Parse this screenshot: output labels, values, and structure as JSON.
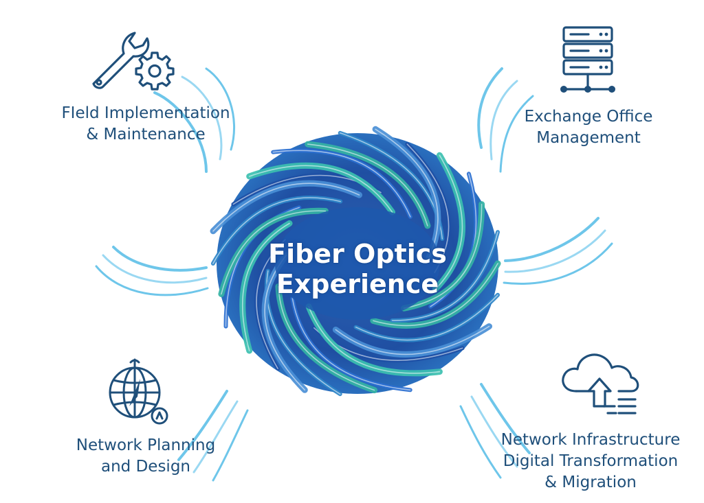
{
  "diagram": {
    "center": {
      "title_line_1": "Fiber Optics",
      "title_line_2": "Experience"
    },
    "nodes": [
      {
        "id": "field",
        "icon": "wrench-gear-icon",
        "lines": [
          "FIeld Implementation",
          "& Maintenance"
        ]
      },
      {
        "id": "exchange",
        "icon": "server-network-icon",
        "lines": [
          "Exchange Office",
          "Management"
        ]
      },
      {
        "id": "planning",
        "icon": "globe-compass-icon",
        "lines": [
          "Network Planning",
          "and Design"
        ]
      },
      {
        "id": "infra",
        "icon": "cloud-upload-icon",
        "lines": [
          "Network Infrastructure",
          "Digital Transformation",
          "& Migration"
        ]
      }
    ],
    "colors": {
      "text": "#1f4f7a",
      "icon_stroke": "#1f4f7a",
      "swirl_dark": "#1d4fa5",
      "swirl_mid": "#2e86c8",
      "swirl_teal": "#35b3a4",
      "arc_light": "#6ec6ea"
    }
  }
}
